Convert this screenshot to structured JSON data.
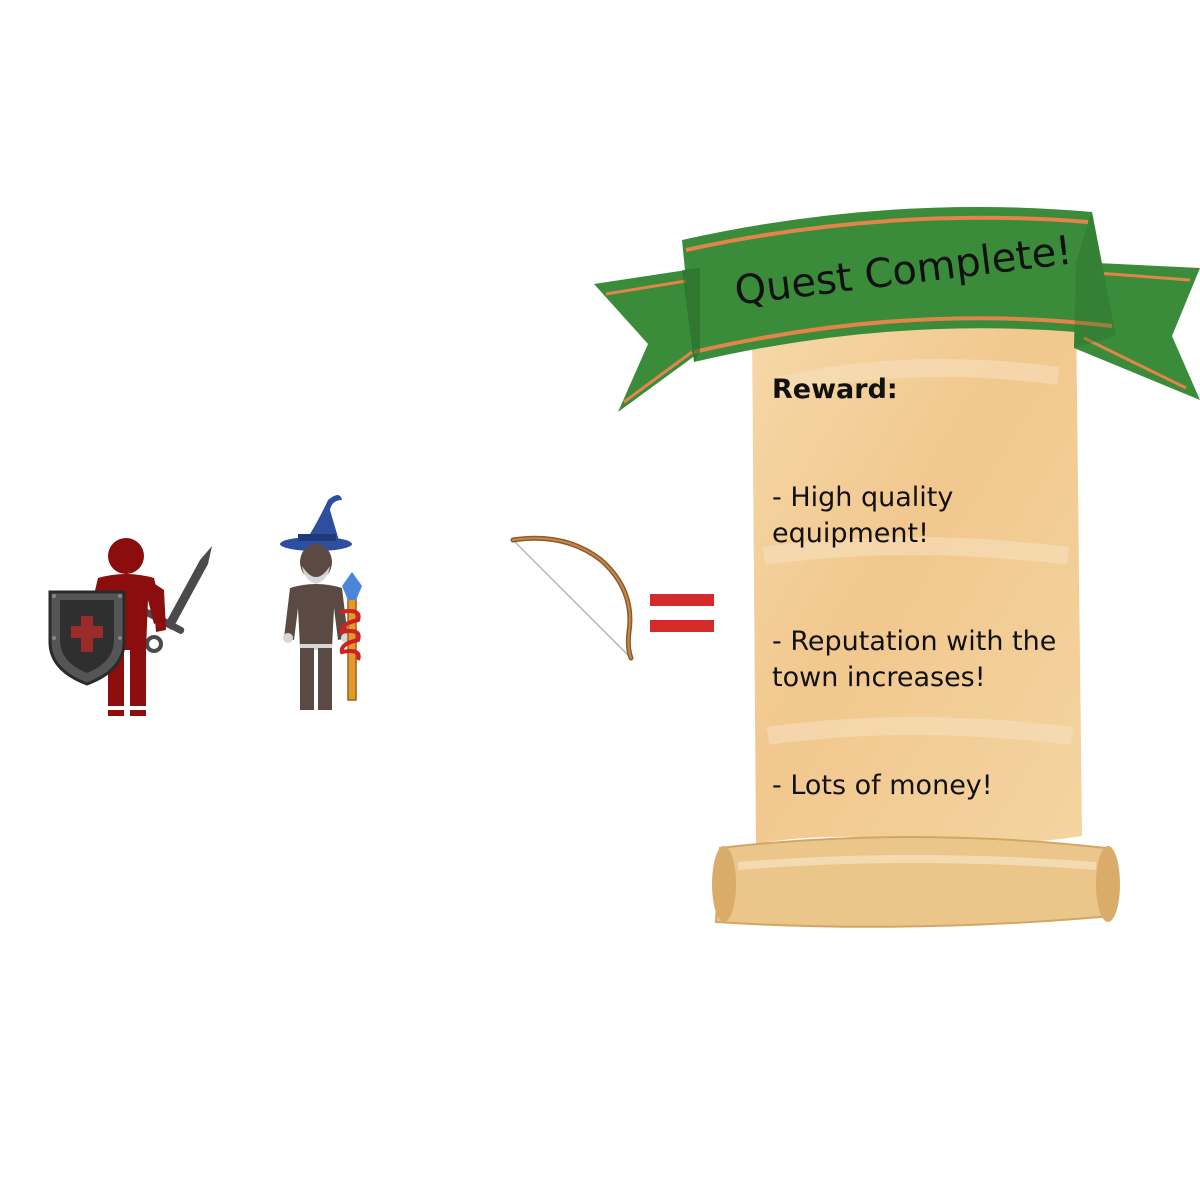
{
  "banner": {
    "title": "Quest Complete!"
  },
  "party": [
    {
      "role": "knight",
      "icon": "knight-with-shield-and-sword-icon"
    },
    {
      "role": "wizard",
      "icon": "wizard-with-staff-icon"
    }
  ],
  "item": {
    "icon": "bow-icon"
  },
  "equals_icon": "equals-sign-icon",
  "reward": {
    "heading": "Reward:",
    "items": [
      "- High quality equipment!",
      "- Reputation with the town increases!",
      "- Lots of money!"
    ]
  },
  "colors": {
    "banner_green": "#3a8c3a",
    "banner_stripe": "#e3844a",
    "parchment": "#f0c98f",
    "knight_red": "#8b0d0d",
    "wizard_hat": "#2e4f9e",
    "wizard_body": "#5a4a42",
    "equals_red": "#d62b2b"
  }
}
